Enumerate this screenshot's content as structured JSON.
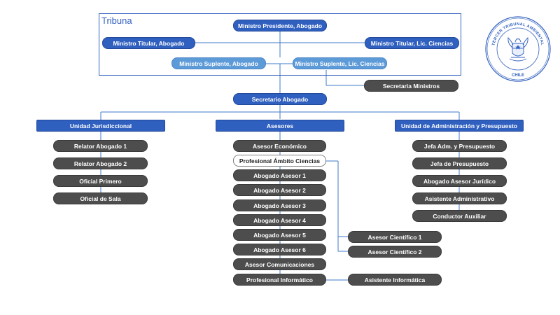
{
  "tribuna": {
    "title": "Tribuna"
  },
  "ministers": {
    "presidente": "Ministro Presidente, Abogado",
    "titular_abogado": "Ministro Titular, Abogado",
    "titular_ciencias": "Ministro Titular, Lic. Ciencias",
    "suplente_abogado": "Ministro Suplente, Abogado",
    "suplente_ciencias": "Ministro Suplente, Lic. Ciencias"
  },
  "secretaria_ministros": "Secretaria Ministros",
  "secretario": "Secretario Abogado",
  "units": {
    "jurisdiccional": {
      "title": "Unidad Jurisdiccional",
      "items": [
        "Relator Abogado 1",
        "Relator Abogado 2",
        "Oficial Primero",
        "Oficial de Sala"
      ]
    },
    "asesores": {
      "title": "Asesores",
      "items": [
        "Asesor Económico",
        "Profesional Ámbito Ciencias",
        "Abogado Asesor 1",
        "Abogado Asesor 2",
        "Abogado Asesor 3",
        "Abogado Asesor 4",
        "Abogado Asesor 5",
        "Abogado Asesor 6",
        "Asesor Comunicaciones",
        "Profesional Informático"
      ],
      "cientificos": [
        "Asesor Científico 1",
        "Asesor Científico 2"
      ],
      "informatica": "Asistente Informática"
    },
    "administracion": {
      "title": "Unidad de Administración y Presupuesto",
      "items": [
        "Jefa Adm. y Presupuesto",
        "Jefa de Presupuesto",
        "Abogado Asesor Jurídico",
        "Asistente Administrativo",
        "Conductor Auxiliar"
      ]
    }
  },
  "seal": {
    "top_text": "TERCER TRIBUNAL AMBIENTAL",
    "bottom_text": "CHILE"
  },
  "colors": {
    "blue": "#2f5fbf",
    "light_blue": "#5d9ad8",
    "dark": "#4d4d4d",
    "line": "#3f78c8"
  }
}
